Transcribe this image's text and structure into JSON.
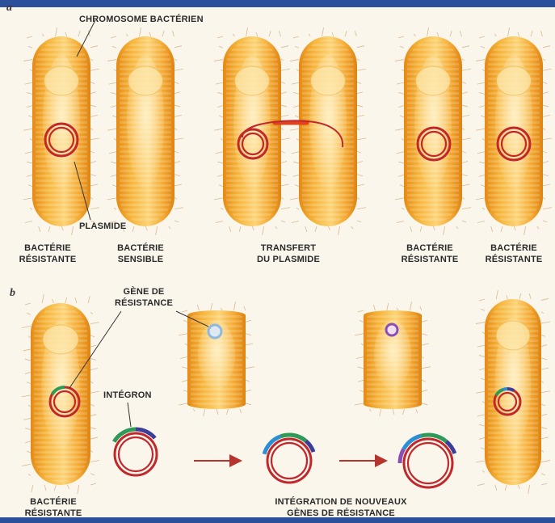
{
  "panel_a": {
    "letter": "a",
    "chromosome_label": "CHROMOSOME BACTÉRIEN",
    "plasmid_label": "PLASMIDE",
    "captions": [
      {
        "line1": "BACTÉRIE",
        "line2": "RÉSISTANTE"
      },
      {
        "line1": "BACTÉRIE",
        "line2": "SENSIBLE"
      },
      {
        "line1": "TRANSFERT",
        "line2": "DU PLASMIDE"
      },
      {
        "line1": "BACTÉRIE",
        "line2": "RÉSISTANTE"
      },
      {
        "line1": "BACTÉRIE",
        "line2": "RÉSISTANTE"
      }
    ]
  },
  "panel_b": {
    "letter": "b",
    "gene_label": {
      "line1": "GÈNE DE",
      "line2": "RÉSISTANCE"
    },
    "integron_label": "INTÉGRON",
    "caption_left": {
      "line1": "BACTÉRIE",
      "line2": "RÉSISTANTE"
    },
    "caption_right": {
      "line1": "INTÉGRATION DE NOUVEAUX",
      "line2": "GÈNES DE RÉSISTANCE"
    }
  },
  "colors": {
    "frame_blue": "#2c4f9c",
    "bacterium_orange": "#f0a52a",
    "plasmid_red": "#c0282b",
    "gene_green": "#2f9a57",
    "gene_blue": "#2b8fd6",
    "gene_navy": "#3c3f9a",
    "gene_purple": "#8a4fb5",
    "arrow_red": "#b5342d"
  }
}
